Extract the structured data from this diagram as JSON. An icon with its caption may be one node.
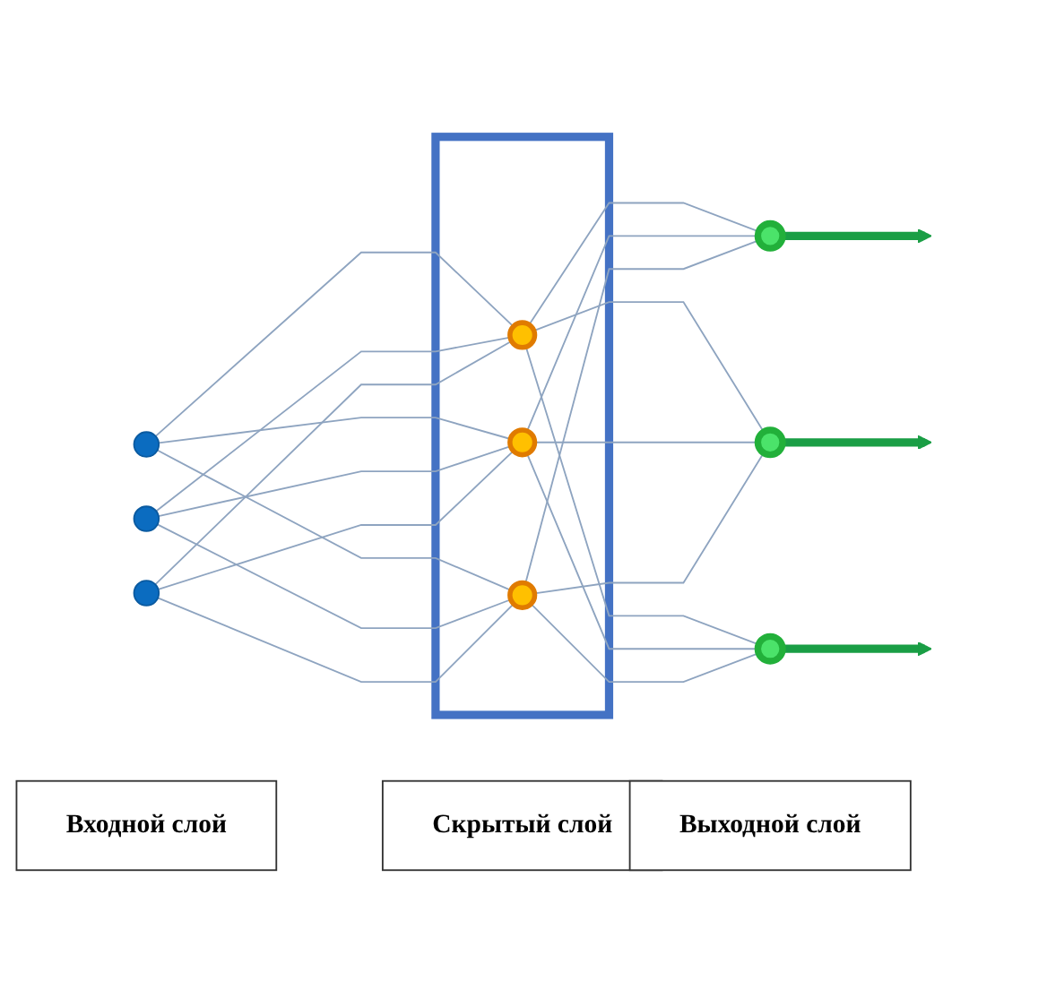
{
  "diagram": {
    "nodes": [
      {
        "text": [],
        "shape": "circle"
      },
      {
        "text": [],
        "shape": "circle"
      },
      {
        "text": [],
        "shape": "circle"
      },
      {
        "text": [],
        "shape": "box"
      },
      {
        "text": [],
        "shape": "circle",
        "in": 3
      },
      {
        "text": [],
        "shape": "circle",
        "in": 3
      },
      {
        "text": [],
        "shape": "circle",
        "in": 3
      },
      {
        "text": [],
        "shape": "circle"
      },
      {
        "text": [],
        "shape": "circle"
      },
      {
        "text": [],
        "shape": "circle"
      },
      {
        "text": [
          "Входной слой"
        ]
      },
      {
        "text": [
          "Скрытый слой"
        ]
      },
      {
        "text": [
          "Выходной слой"
        ]
      }
    ],
    "edges": [
      {
        "from": 0,
        "to": 4,
        "arrow": "none"
      },
      {
        "from": 0,
        "to": 5,
        "arrow": "none"
      },
      {
        "from": 0,
        "to": 6,
        "arrow": "none"
      },
      {
        "from": 1,
        "to": 4,
        "arrow": "none"
      },
      {
        "from": 1,
        "to": 5,
        "arrow": "none"
      },
      {
        "from": 1,
        "to": 6,
        "arrow": "none"
      },
      {
        "from": 2,
        "to": 4,
        "arrow": "none"
      },
      {
        "from": 2,
        "to": 5,
        "arrow": "none"
      },
      {
        "from": 2,
        "to": 6,
        "arrow": "none"
      },
      {
        "from": 4,
        "to": 7,
        "arrow": "none"
      },
      {
        "from": 4,
        "to": 8,
        "arrow": "none"
      },
      {
        "from": 4,
        "to": 9,
        "arrow": "none"
      },
      {
        "from": 5,
        "to": 7,
        "arrow": "none"
      },
      {
        "from": 5,
        "to": 8,
        "arrow": "none"
      },
      {
        "from": 5,
        "to": 9,
        "arrow": "none"
      },
      {
        "from": 6,
        "to": 7,
        "arrow": "none"
      },
      {
        "from": 6,
        "to": 8,
        "arrow": "none"
      },
      {
        "from": 6,
        "to": 9,
        "arrow": "none"
      },
      {
        "from": 7,
        "to": null,
        "arrow": "to",
        "style": "thick",
        "color": "#1a9e45"
      },
      {
        "from": 8,
        "to": null,
        "arrow": "to",
        "style": "thick",
        "color": "#1a9e45"
      },
      {
        "from": 9,
        "to": null,
        "arrow": "to",
        "style": "thick",
        "color": "#1a9e45"
      }
    ]
  }
}
